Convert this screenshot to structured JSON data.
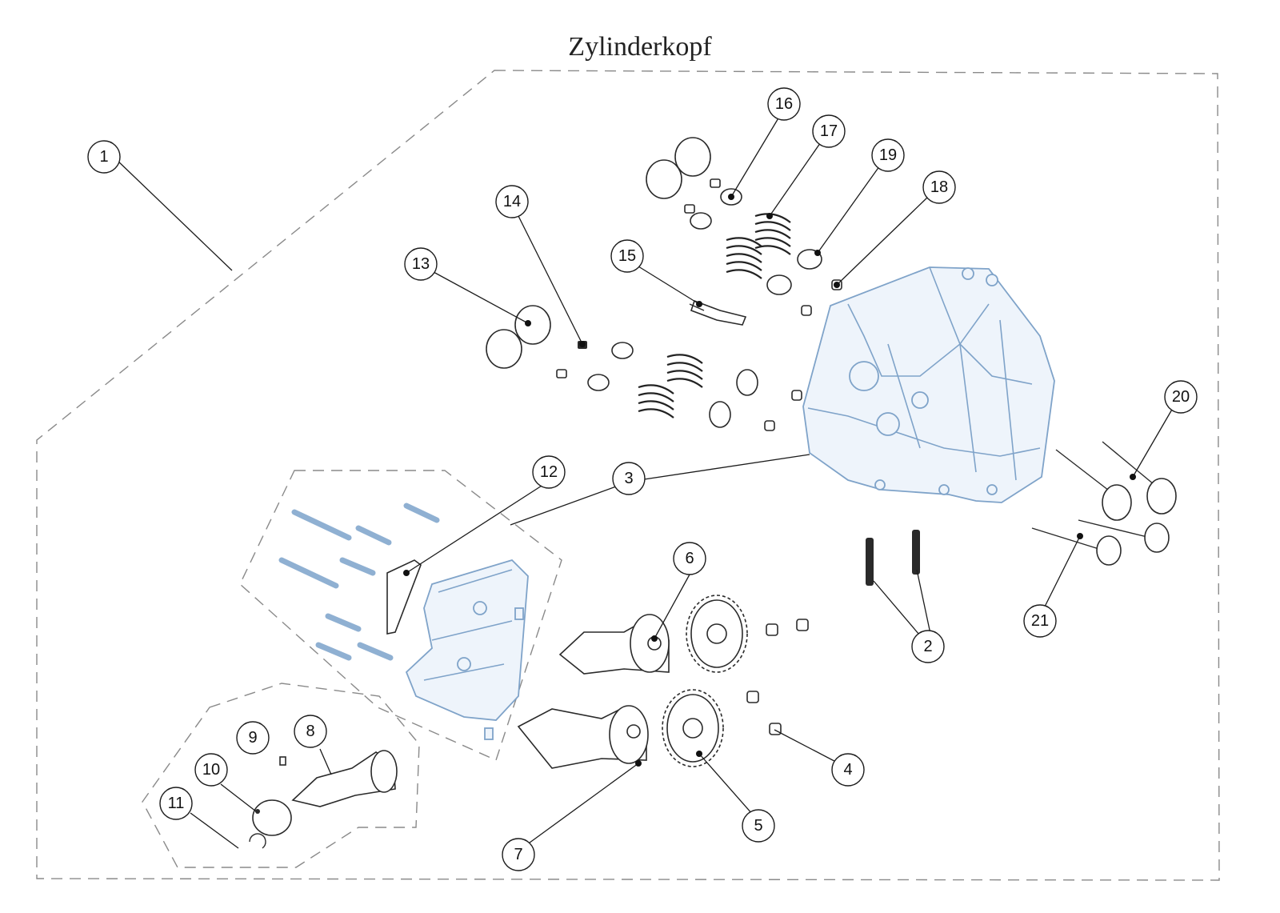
{
  "title": "Zylinderkopf",
  "colors": {
    "frame": "#8a8a8a",
    "outline": "#1c1c1c",
    "highlight": "#7fa3c9"
  },
  "callouts": [
    "1",
    "2",
    "3",
    "4",
    "5",
    "6",
    "7",
    "8",
    "9",
    "10",
    "11",
    "12",
    "13",
    "14",
    "15",
    "16",
    "17",
    "18",
    "19",
    "20",
    "21"
  ]
}
